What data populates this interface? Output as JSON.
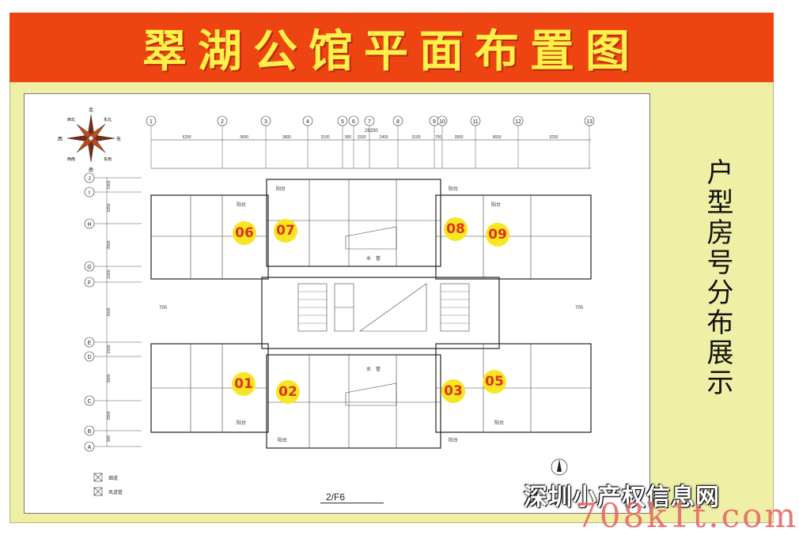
{
  "title": "翠湖公馆平面布置图",
  "side_caption": "户型房号分布展示",
  "sheet_number": "2/F6",
  "watermark_text": "深圳小产权信息网",
  "watermark_url": "708k1t.com",
  "colors": {
    "title_bar": "#ee4412",
    "title_text": "#fff04a",
    "frame_bg": "#efefa5",
    "unit_badge": "#f7e622",
    "unit_number": "#e0321b"
  },
  "compass": {
    "north": "北",
    "south": "南",
    "east": "东",
    "west": "西",
    "northeast": "东北",
    "northwest": "西北",
    "southeast": "东南",
    "southwest": "西南"
  },
  "units": [
    "06",
    "07",
    "08",
    "09",
    "01",
    "02",
    "03",
    "05"
  ],
  "grid_cols": [
    "1",
    "2",
    "3",
    "4",
    "5",
    "6",
    "7",
    "8",
    "9",
    "10",
    "11",
    "12",
    "13"
  ],
  "grid_rows": [
    "J",
    "I",
    "H",
    "G",
    "F",
    "E",
    "D",
    "C",
    "B",
    "A"
  ],
  "total_width_dim": "28200",
  "col_dims": [
    "6200",
    "3600",
    "3600",
    "3100",
    "900",
    "1500",
    "2400",
    "3100",
    "700",
    "2800",
    "3600",
    "6200"
  ],
  "row_dims": [
    "1900",
    "1850",
    "3900",
    "1500",
    "3000",
    "1500",
    "3900",
    "2800",
    "900"
  ],
  "side_dims": [
    "700",
    "700"
  ],
  "room_labels": {
    "balcony": "阳台",
    "shaft": "水",
    "pipe": "管"
  },
  "legend": [
    "烟道",
    "风道管"
  ]
}
